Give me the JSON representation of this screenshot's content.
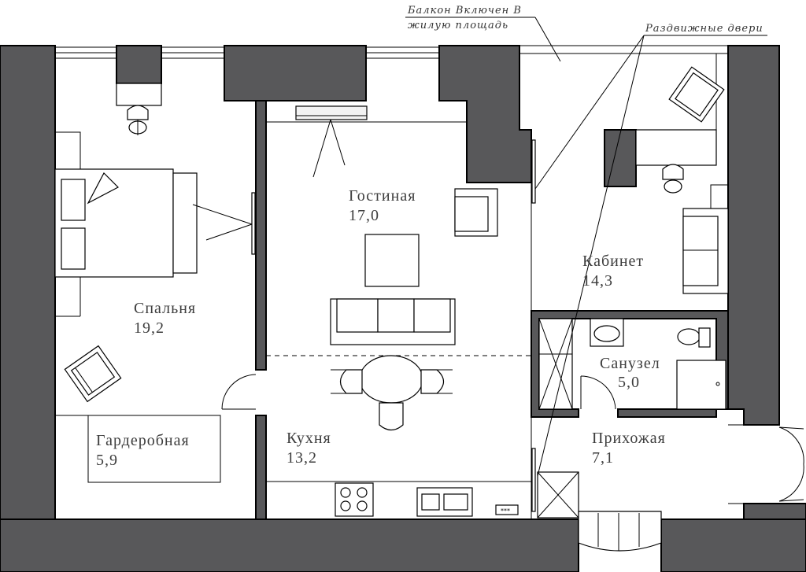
{
  "notes": {
    "balcony_line1": "Балкон Включен В",
    "balcony_line2": "жилую площадь",
    "sliding_doors": "Раздвижные двери"
  },
  "rooms": [
    {
      "id": "living",
      "name": "Гостиная",
      "area": "17,0"
    },
    {
      "id": "bedroom",
      "name": "Спальня",
      "area": "19,2"
    },
    {
      "id": "study",
      "name": "Кабинет",
      "area": "14,3"
    },
    {
      "id": "bathroom",
      "name": "Санузел",
      "area": "5,0"
    },
    {
      "id": "wardrobe",
      "name": "Гардеробная",
      "area": "5,9"
    },
    {
      "id": "kitchen",
      "name": "Кухня",
      "area": "13,2"
    },
    {
      "id": "hallway",
      "name": "Прихожая",
      "area": "7,1"
    }
  ],
  "colors": {
    "wall": "#58585a",
    "line": "#000000",
    "text": "#3d3d3d"
  }
}
